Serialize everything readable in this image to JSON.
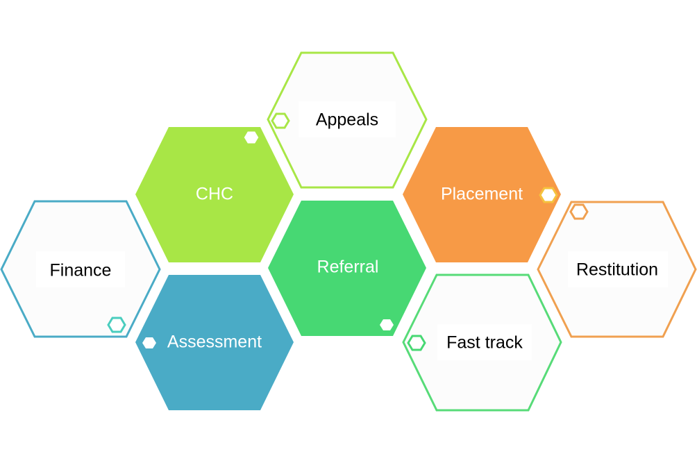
{
  "colors": {
    "lime": "#A8E646",
    "green": "#47D873",
    "orange": "#F79A46",
    "teal": "#4AABC6",
    "blue_outline": "#4AABC6",
    "lime_outline": "#A8E646",
    "green_outline": "#57DB78",
    "orange_outline": "#F0A050",
    "yellow_accent": "#F5C23E",
    "outline_fill": "#FCFCFC",
    "text_dark": "#000000",
    "text_light": "#FFFFFF"
  },
  "hexagons": [
    {
      "id": "appeals",
      "label": "Appeals",
      "style": "outline",
      "color": "lime_outline"
    },
    {
      "id": "chc",
      "label": "CHC",
      "style": "filled",
      "color": "lime"
    },
    {
      "id": "placement",
      "label": "Placement",
      "style": "filled",
      "color": "orange"
    },
    {
      "id": "finance",
      "label": "Finance",
      "style": "outline",
      "color": "blue_outline"
    },
    {
      "id": "referral",
      "label": "Referral",
      "style": "filled",
      "color": "green"
    },
    {
      "id": "restitution",
      "label": "Restitution",
      "style": "outline",
      "color": "orange_outline"
    },
    {
      "id": "assessment",
      "label": "Assessment",
      "style": "filled",
      "color": "teal"
    },
    {
      "id": "fast-track",
      "label": "Fast track",
      "style": "outline",
      "color": "green_outline"
    }
  ]
}
